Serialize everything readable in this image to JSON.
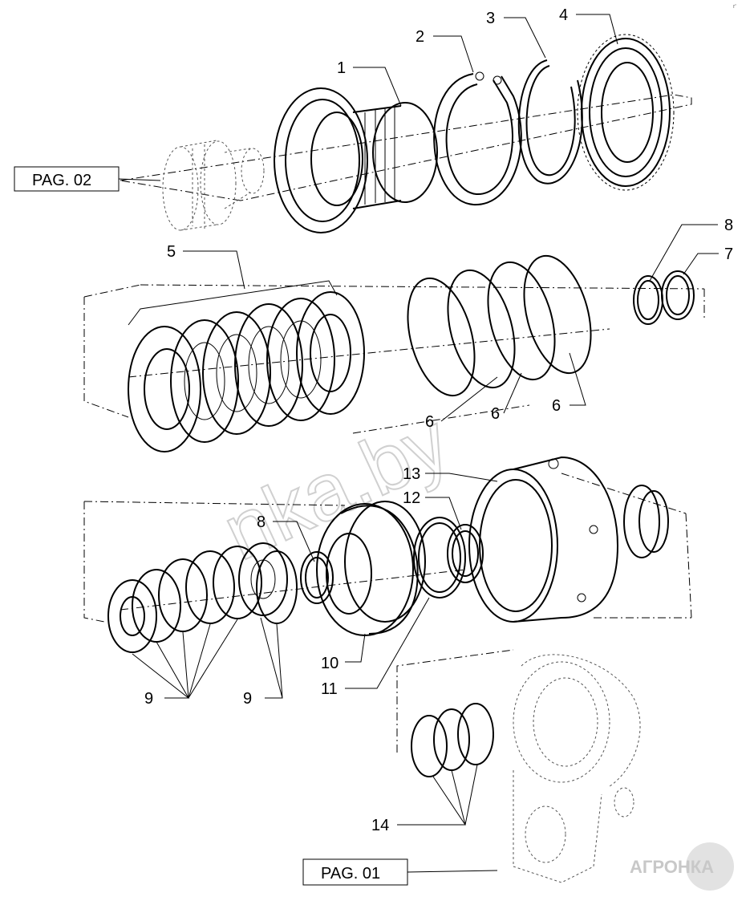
{
  "diagram": {
    "callouts": [
      "1",
      "2",
      "3",
      "4",
      "5",
      "6",
      "6",
      "6",
      "7",
      "8",
      "8",
      "9",
      "9",
      "10",
      "11",
      "12",
      "13",
      "14"
    ],
    "page_refs": [
      "PAG. 02",
      "PAG. 01"
    ],
    "watermark": "nka.by",
    "logo": "АГРОНКА",
    "corner_mark": "r'"
  }
}
